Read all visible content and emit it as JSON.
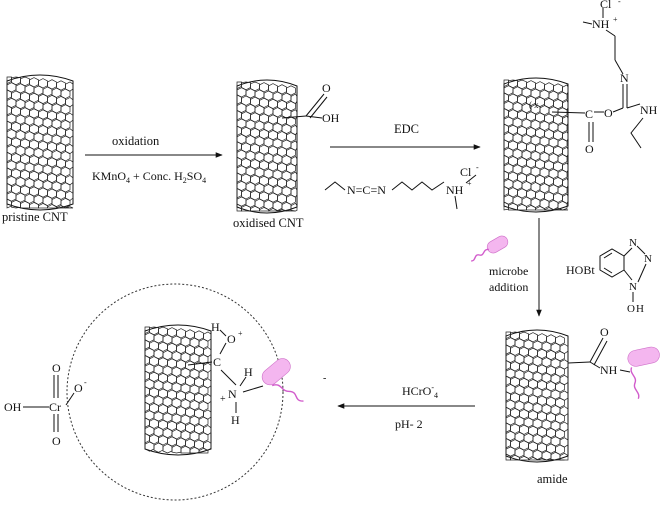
{
  "labels": {
    "pristine": "pristine CNT",
    "oxidised": "oxidised CNT",
    "amide": "amide",
    "hobt": "HOBt",
    "microbe_line1": "microbe",
    "microbe_line2": "addition"
  },
  "reagents": {
    "step1_top": "oxidation",
    "step1_bottom_a": "KMnO",
    "step1_bottom_sub1": "4",
    "step1_bottom_b": " + Conc. H",
    "step1_bottom_sub2": "2",
    "step1_bottom_c": "SO",
    "step1_bottom_sub3": "4",
    "step2_top": "EDC",
    "step4_top_a": "HCrO",
    "step4_top_sup": "-",
    "step4_top_sub": "4",
    "step4_bottom": "pH- 2"
  },
  "atoms": {
    "cooh_oh": "OH",
    "cooh_o": "O",
    "c": "C",
    "o": "O",
    "n": "N",
    "nh": "NH",
    "nh_plus": "NH",
    "cl": "Cl",
    "minus": "-",
    "plus": "+",
    "h": "H",
    "oh": "OH",
    "cr": "Cr",
    "o_minus_sup": "-",
    "o_plus_sup": "+",
    "edc_chain": "N=C=N",
    "dash": "-"
  }
}
